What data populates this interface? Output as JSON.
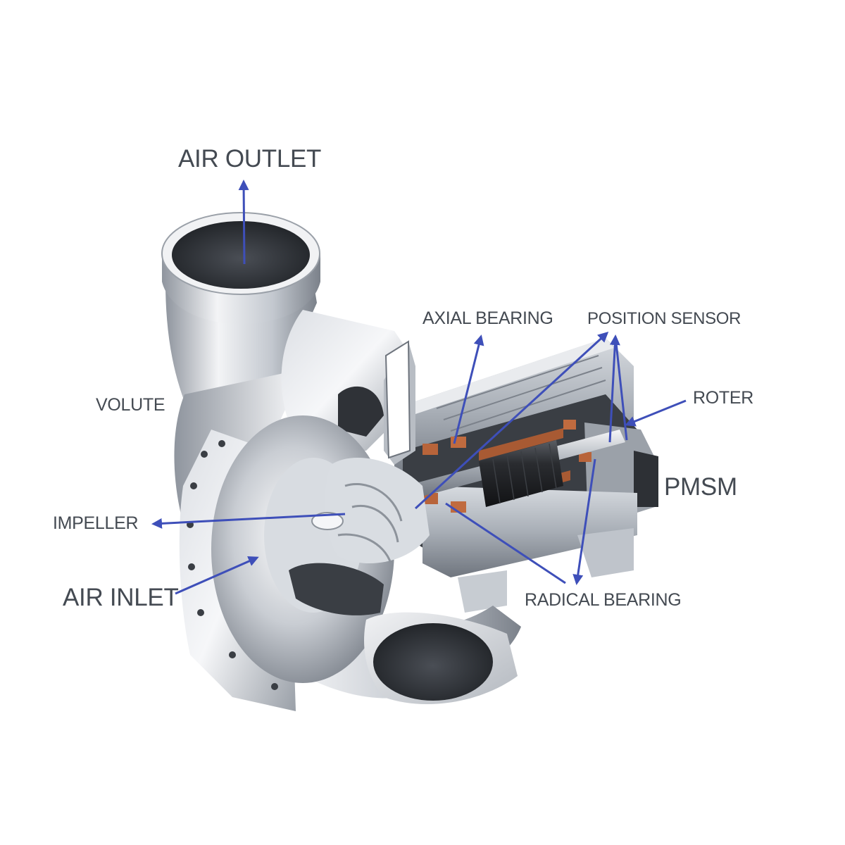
{
  "diagram": {
    "labels": {
      "air_outlet": "AIR OUTLET",
      "axial_bearing": "AXIAL BEARING",
      "position_sensor": "POSITION SENSOR",
      "volute": "VOLUTE",
      "roter": "ROTER",
      "pmsm": "PMSM",
      "impeller": "IMPELLER",
      "air_inlet": "AIR INLET",
      "radical_bearing": "RADICAL BEARING"
    },
    "colors": {
      "arrow": "#3e4fb9",
      "label_text": "#444a52",
      "metal_light": "#eef0f3",
      "metal_mid": "#b9bec6",
      "metal_dark": "#6d737c",
      "cavity": "#2b2e33",
      "copper": "#b8643a",
      "rotor_core": "#1d1f22"
    }
  }
}
